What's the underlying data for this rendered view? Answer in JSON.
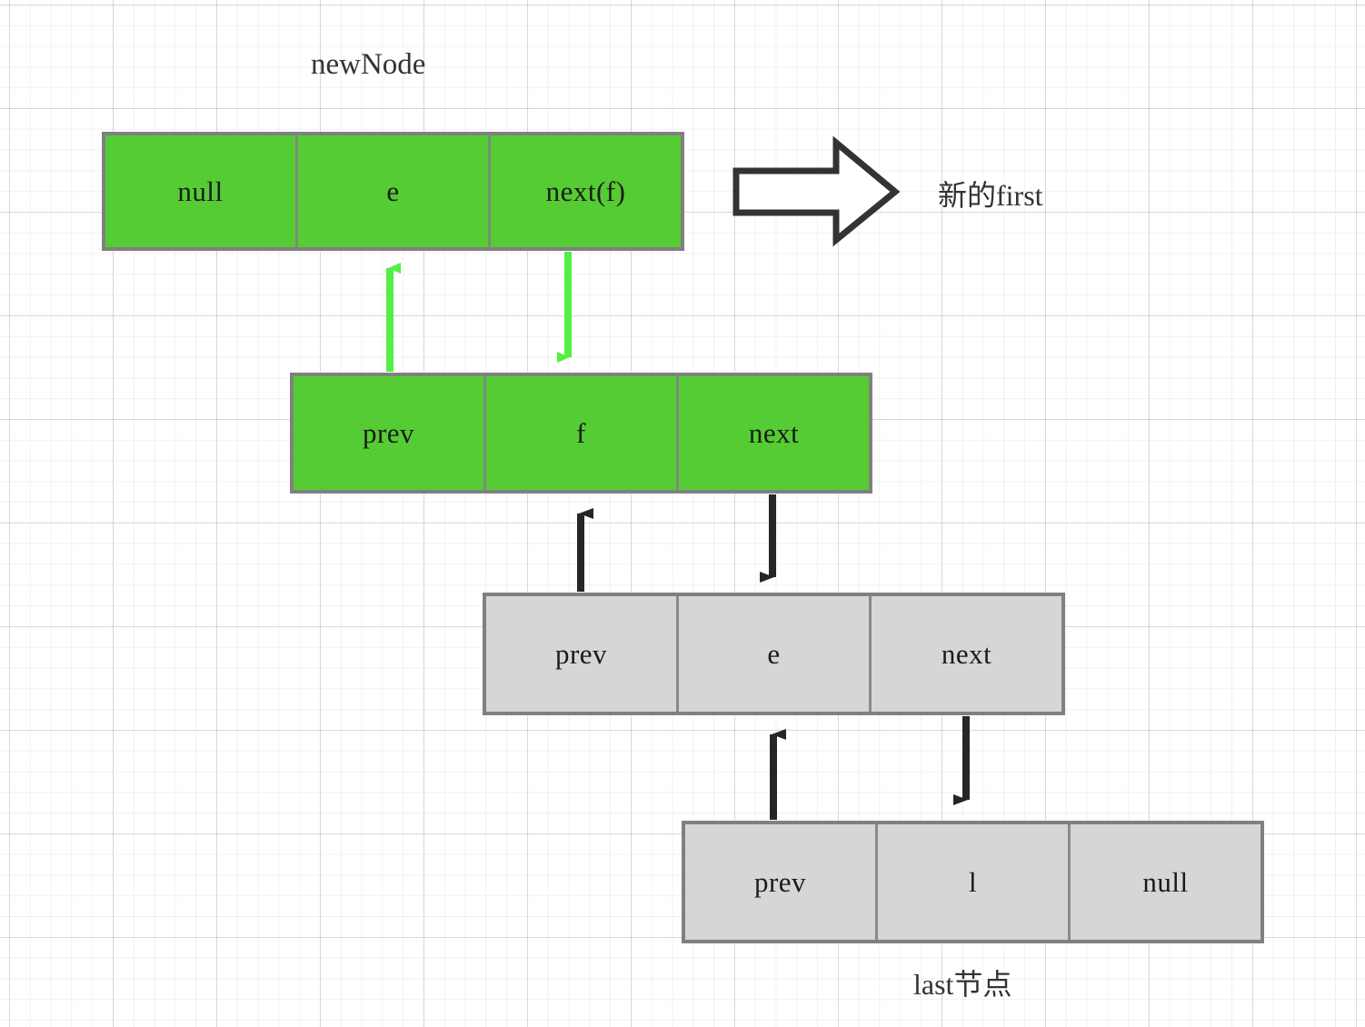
{
  "diagram": {
    "title_label": "newNode",
    "right_label": "新的first",
    "bottom_label": "last节点",
    "colors": {
      "green_fill": "#55cc33",
      "green_arrow": "#55ee44",
      "gray_fill": "#d6d6d6",
      "border_gray": "#808080",
      "black_arrow": "#262626",
      "background": "#ffffff"
    },
    "nodes": [
      {
        "id": "newNode",
        "style": "green",
        "cells": [
          "null",
          "e",
          "next(f)"
        ]
      },
      {
        "id": "f-node",
        "style": "green",
        "cells": [
          "prev",
          "f",
          "next"
        ]
      },
      {
        "id": "e-node",
        "style": "gray",
        "cells": [
          "prev",
          "e",
          "next"
        ]
      },
      {
        "id": "last-node",
        "style": "gray",
        "cells": [
          "prev",
          "l",
          "null"
        ]
      }
    ],
    "connectors": [
      {
        "id": "new-prev-up",
        "color": "green",
        "direction": "up",
        "from": "f-node.prev",
        "to": "newNode.e"
      },
      {
        "id": "new-next-down",
        "color": "green",
        "direction": "down",
        "from": "newNode.next",
        "to": "f-node.f"
      },
      {
        "id": "f-prev-up",
        "color": "black",
        "direction": "up",
        "from": "e-node.prev",
        "to": "f-node.f"
      },
      {
        "id": "f-next-down",
        "color": "black",
        "direction": "down",
        "from": "f-node.next",
        "to": "e-node.e"
      },
      {
        "id": "e-prev-up",
        "color": "black",
        "direction": "up",
        "from": "last.prev",
        "to": "e-node.e"
      },
      {
        "id": "e-next-down",
        "color": "black",
        "direction": "down",
        "from": "e-node.next",
        "to": "last.l"
      }
    ],
    "block_arrow": {
      "id": "new-first-block-arrow",
      "direction": "right"
    }
  }
}
